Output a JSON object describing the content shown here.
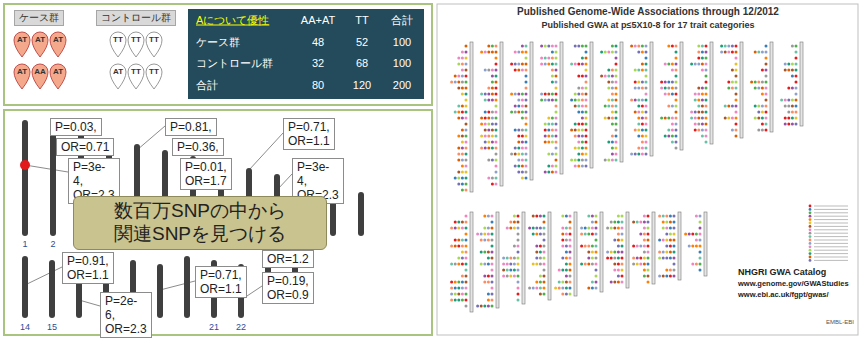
{
  "diagram": {
    "nodes": [
      {
        "text": [
          "ケース群"
        ]
      },
      {
        "text": [
          "コントロール群"
        ]
      },
      {
        "text": [
          "P=0.03,"
        ]
      },
      {
        "text": [
          "OR=0.71"
        ]
      },
      {
        "text": [
          "P=3e-4, OR=2.3"
        ]
      },
      {
        "text": [
          "P=0.81,"
        ]
      },
      {
        "text": [
          "P=0.36,"
        ]
      },
      {
        "text": [
          "P=0.01, OR=1.7"
        ]
      },
      {
        "text": [
          "P=0.71, OR=1.1"
        ]
      },
      {
        "text": [
          "P=3e-4, OR=2.3"
        ]
      },
      {
        "text": [
          "数百万SNPの中から 関連SNPを見つける"
        ]
      },
      {
        "text": [
          "OR=1.2"
        ]
      },
      {
        "text": [
          "P=0.91, OR=1.1"
        ]
      },
      {
        "text": [
          "P=0.71, OR=1.1"
        ]
      },
      {
        "text": [
          "P=0.19, OR=0.9"
        ]
      },
      {
        "text": [
          "P=2e-6, OR=2.3"
        ]
      }
    ],
    "edges": [],
    "labels": [
      "AT",
      "AT",
      "AT",
      "AT",
      "AA",
      "AT",
      "TT",
      "TT",
      "TT",
      "AT",
      "TT",
      "TT",
      "Aについて優性",
      "AA+AT",
      "TT",
      "合計",
      "ケース群",
      "48",
      "52",
      "100",
      "コントロール群",
      "32",
      "68",
      "100",
      "合計",
      "80",
      "120",
      "200",
      "1",
      "2",
      "14",
      "15",
      "21",
      "22",
      "Published Genome-Wide Associations through 12/2012",
      "Published GWA at p≤5X10-8 for 17 trait categories",
      "NHGRI GWA Catalog",
      "www.genome.gov/GWAStudies",
      "www.ebi.ac.uk/fgpt/gwas/",
      "EMBL-EBI"
    ]
  }
}
